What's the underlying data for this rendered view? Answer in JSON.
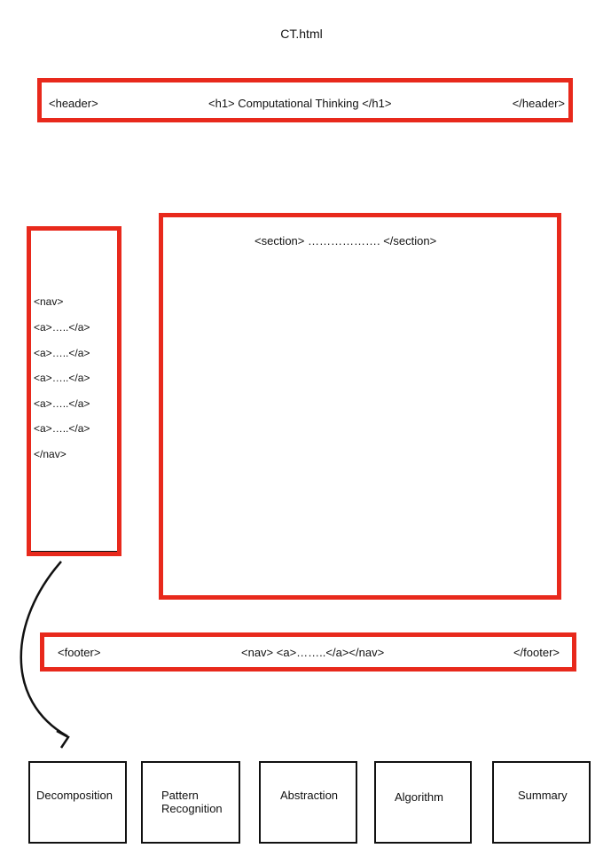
{
  "file_title": "CT.html",
  "header": {
    "open_tag": "<header>",
    "h1_text": "<h1> Computational Thinking </h1>",
    "close_tag": "</header>"
  },
  "nav": {
    "lines": [
      "<nav>",
      "<a>…..</a>",
      "<a>…..</a>",
      "<a>…..</a>",
      "<a>…..</a>",
      "<a>…..</a>",
      "</nav>"
    ]
  },
  "section": {
    "text": "<section> ………………. </section>"
  },
  "footer": {
    "open_tag": "<footer>",
    "nav_text": "<nav> <a>……..</a></nav>",
    "close_tag": "</footer>"
  },
  "pages": [
    {
      "label": "Decomposition"
    },
    {
      "label": "Pattern\nRecognition"
    },
    {
      "label": "Abstraction"
    },
    {
      "label": "Algorithm"
    },
    {
      "label": "Summary"
    }
  ],
  "colors": {
    "highlight_border": "#e8291c",
    "box_border": "#111111"
  }
}
